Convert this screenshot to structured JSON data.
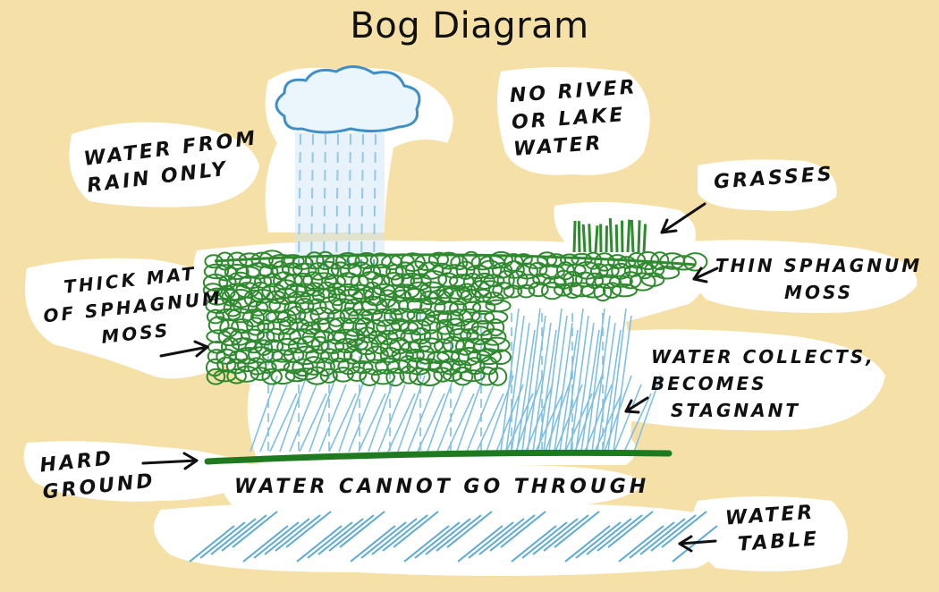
{
  "title": "Bog Diagram",
  "labels": {
    "water_from_rain": [
      "WATER FROM",
      "RAIN ONLY"
    ],
    "no_river": [
      "NO RIVER",
      "OR LAKE",
      "WATER"
    ],
    "grasses": [
      "GRASSES"
    ],
    "thin_moss": [
      "THIN SPHAGNUM",
      "MOSS"
    ],
    "thick_mat": [
      "THICK MAT",
      "OF SPHAGNUM",
      "MOSS"
    ],
    "water_collects": [
      "WATER COLLECTS,",
      "BECOMES",
      "STAGNANT"
    ],
    "hard_ground": [
      "HARD",
      "GROUND"
    ],
    "water_cannot": [
      "WATER CANNOT GO THROUGH"
    ],
    "water_table": [
      "WATER",
      "TABLE"
    ]
  },
  "colors": {
    "background": "#f5e1a8",
    "paper": "#ffffff",
    "moss": "#2f8a2f",
    "water": "#5aa9d6",
    "ground": "#1f7a1f",
    "ink": "#111111"
  },
  "icons": [
    "cloud-icon",
    "rain-icon",
    "grass-icon",
    "arrow-icon"
  ]
}
